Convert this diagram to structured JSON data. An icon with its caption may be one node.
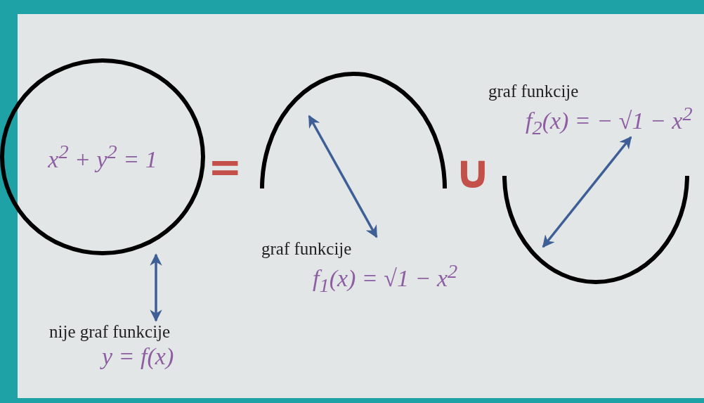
{
  "diagram": {
    "nodes": [
      {
        "text": [
          "x$^{2}$ + y$^{2}$ = 1"
        ]
      },
      {
        "text": [],
        "shape": "arc"
      },
      {
        "text": [],
        "shape": "arc"
      },
      {
        "text": [
          "nije graf funkcije",
          "y = f(x)"
        ]
      },
      {
        "text": [
          "graf funkcije",
          "f$_{1}$(x) = √1 − x$^{2}$"
        ]
      },
      {
        "text": [
          "graf funkcije",
          "f$_{2}$(x) = − √1 − x$^{2}$"
        ]
      }
    ],
    "edges": [
      {
        "from": 3,
        "to": 0,
        "arrow": "both"
      },
      {
        "from": 4,
        "to": 1,
        "arrow": "both"
      },
      {
        "from": 5,
        "to": 2,
        "arrow": "both"
      }
    ],
    "labels": [
      "=",
      "∪"
    ]
  }
}
